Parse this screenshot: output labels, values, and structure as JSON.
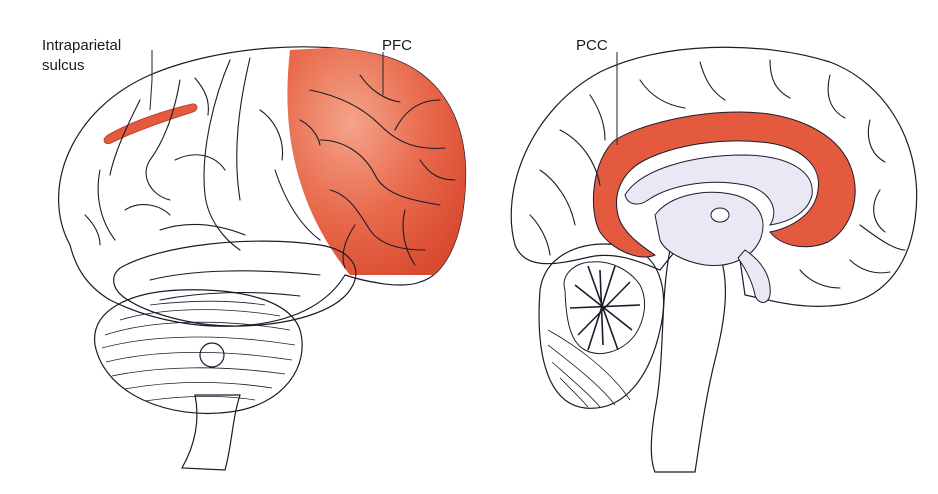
{
  "labels": {
    "intraparietal_line1": "Intraparietal",
    "intraparietal_line2": "sulcus",
    "pfc": "PFC",
    "pcc": "PCC"
  },
  "colors": {
    "cortex": "#b9bbdc",
    "cortex_dark": "#8f93c4",
    "highlight": "#e35a3e",
    "highlight_light": "#f08a6e",
    "white_matter": "#e8e9f4",
    "outline": "#1b1b2a"
  },
  "icons": [
    "lateral-brain-view",
    "medial-brain-view"
  ]
}
